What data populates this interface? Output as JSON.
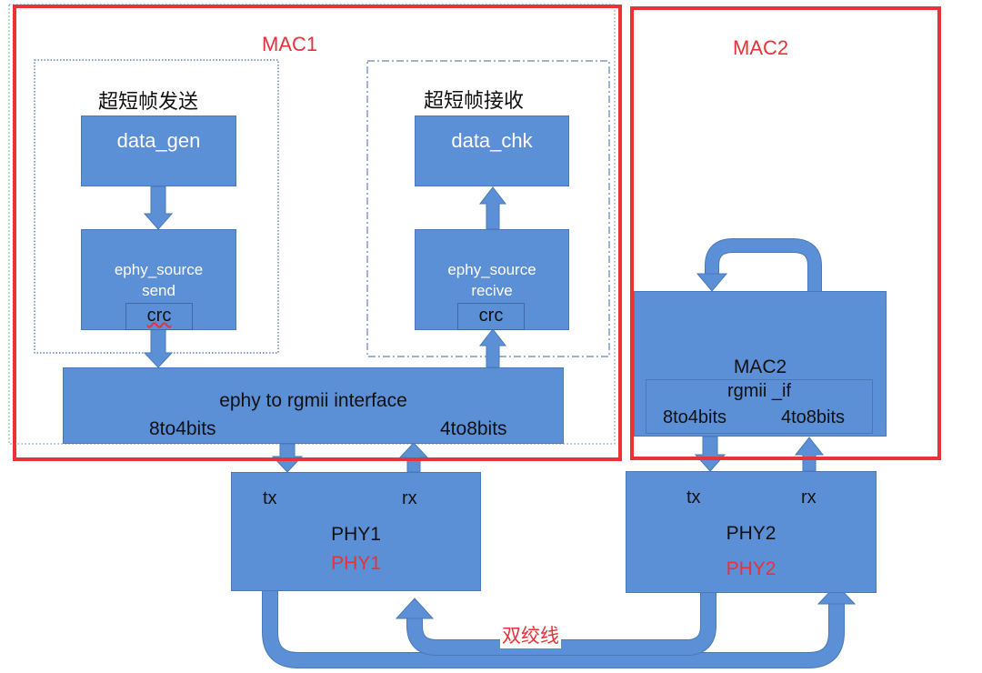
{
  "mac1": {
    "title": "MAC1",
    "send_group_title": "超短帧发送",
    "recv_group_title": "超短帧接收",
    "data_gen": "data_gen",
    "data_chk": "data_chk",
    "source_send_line1": "ephy_source",
    "source_send_line2": "send",
    "source_recv_line1": "ephy_source",
    "source_recv_line2": "recive",
    "crc_send": "crc",
    "crc_recv": "crc",
    "interface_label": "ephy to rgmii interface",
    "interface_left": "8to4bits",
    "interface_right": "4to8bits"
  },
  "mac2": {
    "title": "MAC2",
    "box_label": "MAC2",
    "rgmii_label": "rgmii _if",
    "left": "8to4bits",
    "right": "4to8bits"
  },
  "phy1": {
    "tx": "tx",
    "rx": "rx",
    "label": "PHY1",
    "label_red": "PHY1"
  },
  "phy2": {
    "tx": "tx",
    "rx": "rx",
    "label": "PHY2",
    "label_red": "PHY2"
  },
  "cable_label": "双绞线",
  "colors": {
    "box_fill": "#5b8fd6",
    "arrow_fill": "#5b8fd6",
    "frame_red": "#ea3338",
    "red_text": "#e8323a"
  }
}
